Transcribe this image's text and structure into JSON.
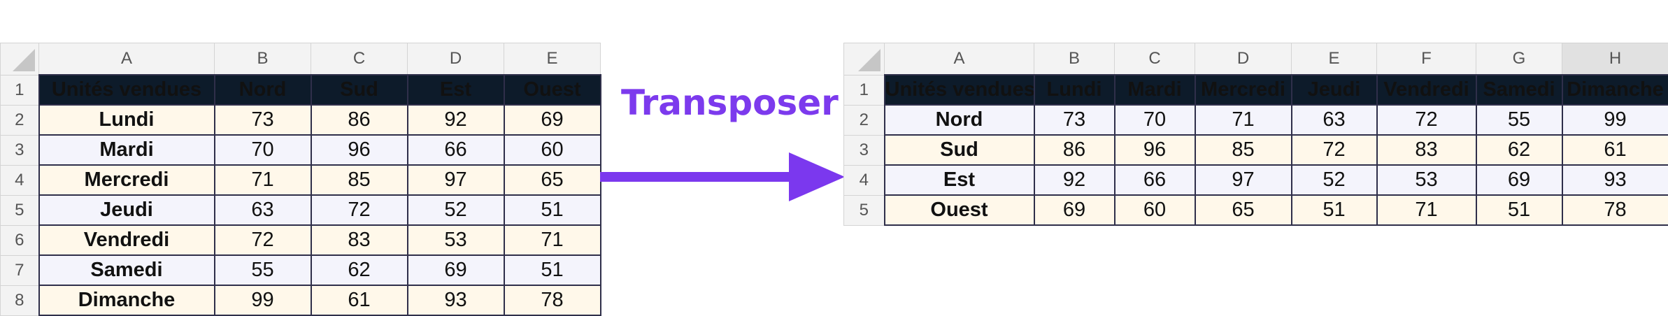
{
  "label": "Transposer",
  "colors": {
    "arrow": "#7b38ee",
    "header_bg": "#0d1b2a",
    "header_text": "#22c55e"
  },
  "source": {
    "col_letters": [
      "A",
      "B",
      "C",
      "D",
      "E"
    ],
    "row_numbers": [
      "1",
      "2",
      "3",
      "4",
      "5",
      "6",
      "7",
      "8"
    ],
    "header": [
      "Unités vendues",
      "Nord",
      "Sud",
      "Est",
      "Ouest"
    ],
    "rows": [
      [
        "Lundi",
        "73",
        "86",
        "92",
        "69"
      ],
      [
        "Mardi",
        "70",
        "96",
        "66",
        "60"
      ],
      [
        "Mercredi",
        "71",
        "85",
        "97",
        "65"
      ],
      [
        "Jeudi",
        "63",
        "72",
        "52",
        "51"
      ],
      [
        "Vendredi",
        "72",
        "83",
        "53",
        "71"
      ],
      [
        "Samedi",
        "55",
        "62",
        "69",
        "51"
      ],
      [
        "Dimanche",
        "99",
        "61",
        "93",
        "78"
      ]
    ]
  },
  "result": {
    "col_letters": [
      "A",
      "B",
      "C",
      "D",
      "E",
      "F",
      "G",
      "H"
    ],
    "row_numbers": [
      "1",
      "2",
      "3",
      "4",
      "5"
    ],
    "header": [
      "Unités vendues",
      "Lundi",
      "Mardi",
      "Mercredi",
      "Jeudi",
      "Vendredi",
      "Samedi",
      "Dimanche"
    ],
    "rows": [
      [
        "Nord",
        "73",
        "70",
        "71",
        "63",
        "72",
        "55",
        "99"
      ],
      [
        "Sud",
        "86",
        "96",
        "85",
        "72",
        "83",
        "62",
        "61"
      ],
      [
        "Est",
        "92",
        "66",
        "97",
        "52",
        "53",
        "69",
        "93"
      ],
      [
        "Ouest",
        "69",
        "60",
        "65",
        "51",
        "71",
        "51",
        "78"
      ]
    ]
  }
}
